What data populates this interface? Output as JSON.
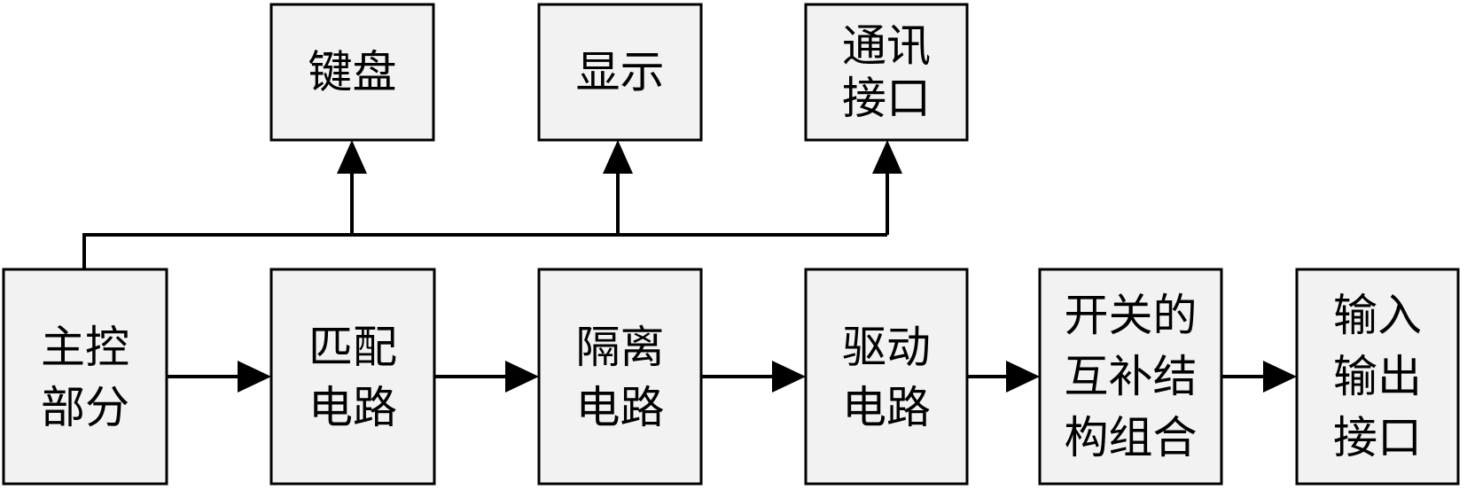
{
  "boxes": {
    "keyboard": {
      "lines": [
        "键盘"
      ]
    },
    "display": {
      "lines": [
        "显示"
      ]
    },
    "comm_interface": {
      "lines": [
        "通讯",
        "接口"
      ]
    },
    "main_control": {
      "lines": [
        "主控",
        "部分"
      ]
    },
    "matching_circuit": {
      "lines": [
        "匹配",
        "电路"
      ]
    },
    "isolation_circuit": {
      "lines": [
        "隔离",
        "电路"
      ]
    },
    "drive_circuit": {
      "lines": [
        "驱动",
        "电路"
      ]
    },
    "switch_complementary": {
      "lines": [
        "开关的",
        "互补结",
        "构组合"
      ]
    },
    "io_interface": {
      "lines": [
        "输入",
        "输出",
        "接口"
      ]
    }
  },
  "connections": [
    {
      "from": "main_control",
      "to": "matching_circuit"
    },
    {
      "from": "matching_circuit",
      "to": "isolation_circuit"
    },
    {
      "from": "isolation_circuit",
      "to": "drive_circuit"
    },
    {
      "from": "drive_circuit",
      "to": "switch_complementary"
    },
    {
      "from": "switch_complementary",
      "to": "io_interface"
    },
    {
      "from": "main_control",
      "to": "keyboard"
    },
    {
      "from": "main_control",
      "to": "display"
    },
    {
      "from": "main_control",
      "to": "comm_interface"
    }
  ]
}
